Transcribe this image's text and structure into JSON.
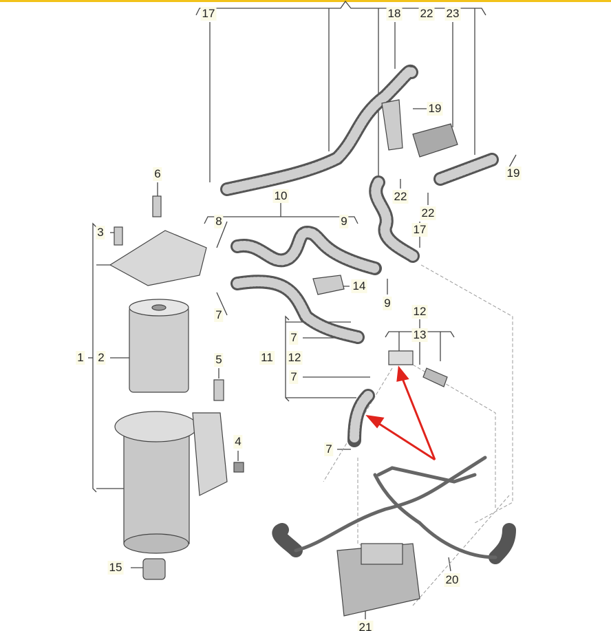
{
  "diagram": {
    "type": "exploded parts diagram - fuel filter and fuel lines",
    "accent_arrow_color": "#e0231c",
    "banner_color": "#f2c21b"
  },
  "labels": [
    "17",
    "18",
    "22",
    "23",
    "19",
    "19",
    "22",
    "22",
    "17",
    "6",
    "10",
    "9",
    "3",
    "8",
    "7",
    "14",
    "9",
    "12",
    "13",
    "1",
    "2",
    "5",
    "7",
    "11",
    "12",
    "7",
    "4",
    "7",
    "15",
    "20",
    "21"
  ]
}
